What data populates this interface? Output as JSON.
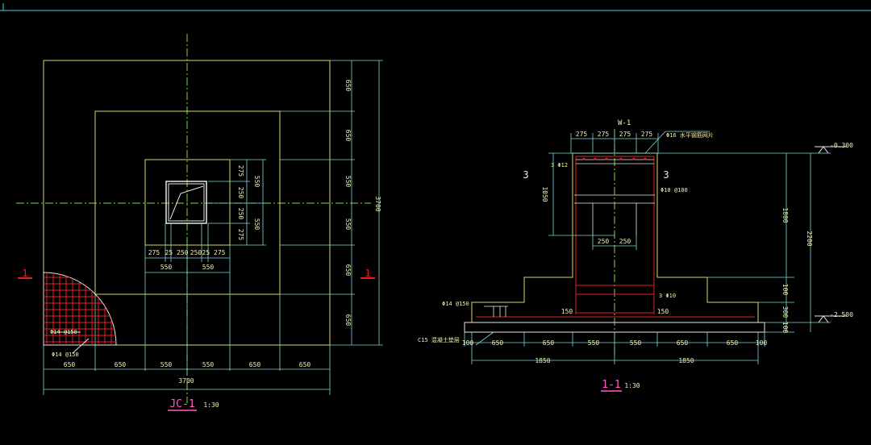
{
  "colors": {
    "background": "#000000",
    "outline": "#d8d860",
    "dimension": "#7fd8d8",
    "dimension_text": "#f0f0b0",
    "axis": "#7fd84a",
    "column": "#e8e8e8",
    "rebar": "#e02020",
    "pink": "#ff60c0",
    "frame": "#3ad8d8",
    "label": "#ffffff"
  },
  "plan": {
    "title": "JC-1",
    "scale": "1:30",
    "section_mark_left": "1",
    "section_mark_right": "1",
    "bottom_dims": [
      "650",
      "650",
      "550",
      "550",
      "650",
      "650"
    ],
    "total_dim": "3700",
    "right_dims": [
      "650",
      "650",
      "550",
      "550",
      "650",
      "650"
    ],
    "right_total": "3700",
    "col_dims_small": [
      "275",
      "25 250",
      "250",
      "25 275"
    ],
    "col_dims_mid": [
      "550",
      "550"
    ],
    "col_dims_vert_small": [
      "275",
      "250",
      "250",
      "275"
    ],
    "col_dims_vert_mid": [
      "550",
      "550"
    ],
    "rebar_label_1": "Φ14 @150",
    "rebar_label_2": "Φ14 @150"
  },
  "section": {
    "title": "1-1",
    "scale": "1:30",
    "top_dims": [
      "275",
      "275",
      "275",
      "275"
    ],
    "wall_label": "W-1",
    "wall_note": "Φ16 水平钢筋网片",
    "label_3_left": "3",
    "label_3_right": "3",
    "rebar_top": "3 Φ12",
    "stirrup": "Φ10 @100",
    "rebar_bottom": "3 Φ10",
    "left_height_dim": "1050",
    "inner_dims": [
      "250",
      "250"
    ],
    "elev_top": "-0.300",
    "elev_bottom": "-2.500",
    "right_dims": [
      "1800",
      "100",
      "300",
      "100"
    ],
    "right_total": "2200",
    "bottom_dims": [
      "100",
      "650",
      "650",
      "550",
      "550",
      "650",
      "650",
      "100"
    ],
    "half_dims": [
      "1850",
      "1850"
    ],
    "dim_150_left": "150",
    "dim_150_right": "150",
    "rebar_mesh": "Φ14 @150",
    "cushion": "C15 混凝土垫层"
  }
}
